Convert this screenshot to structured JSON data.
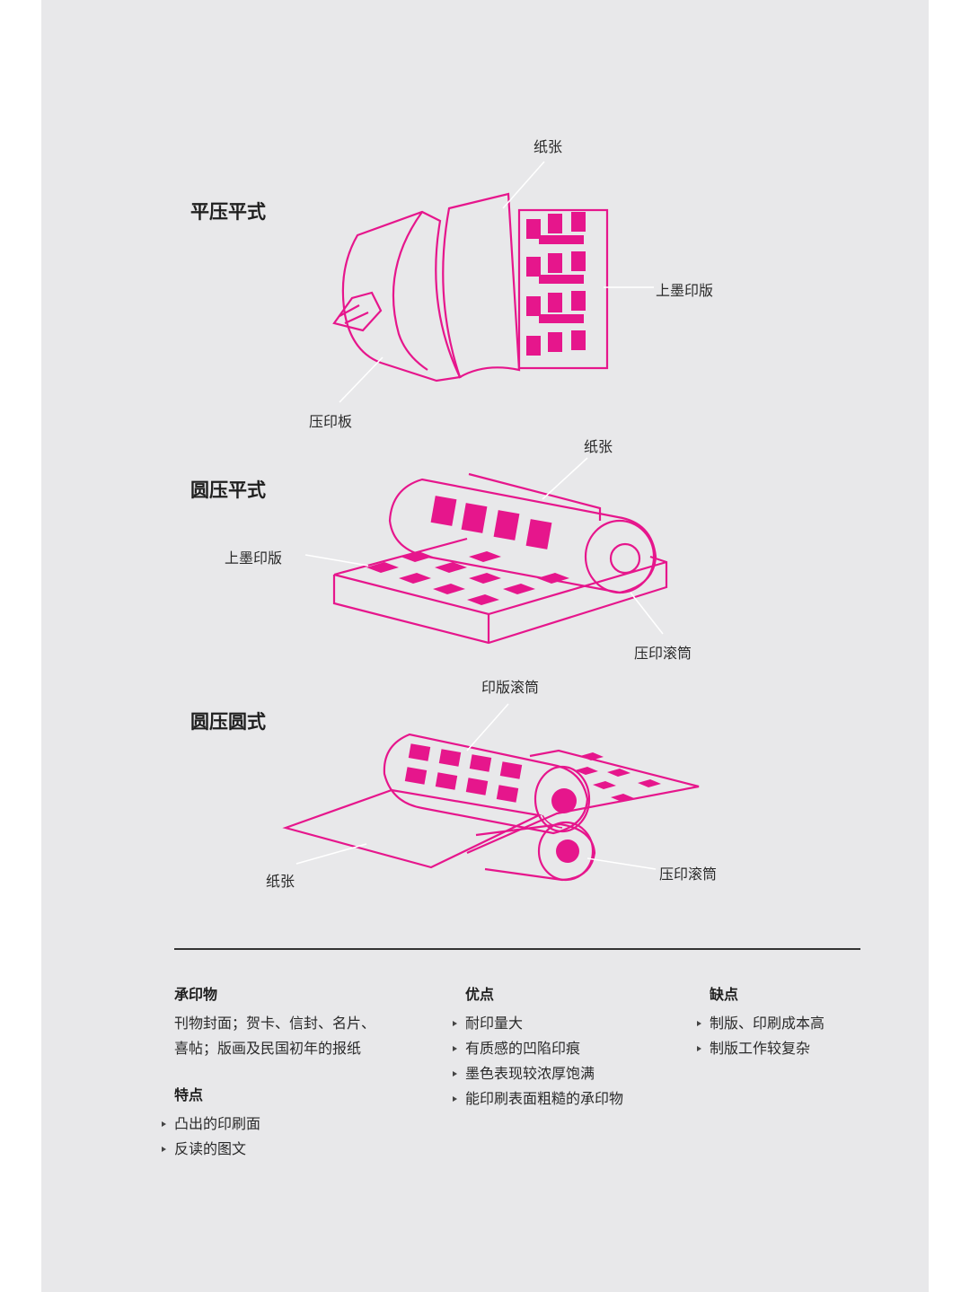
{
  "section1": {
    "title": "平压平式",
    "paper": "纸张",
    "plate": "上墨印版",
    "press": "压印板"
  },
  "section2": {
    "title": "圆压平式",
    "paper": "纸张",
    "plate": "上墨印版",
    "cylinder": "压印滚筒"
  },
  "section3": {
    "title": "圆压圆式",
    "plate_cylinder": "印版滚筒",
    "paper": "纸张",
    "cylinder": "压印滚筒"
  },
  "substrate": {
    "heading": "承印物",
    "line1": "刊物封面；贺卡、信封、名片、",
    "line2": "喜帖；版画及民国初年的报纸"
  },
  "features": {
    "heading": "特点",
    "items": [
      "凸出的印刷面",
      "反读的图文"
    ]
  },
  "pros": {
    "heading": "优点",
    "items": [
      "耐印量大",
      "有质感的凹陷印痕",
      "墨色表现较浓厚饱满",
      "能印刷表面粗糙的承印物"
    ]
  },
  "cons": {
    "heading": "缺点",
    "items": [
      "制版、印刷成本高",
      "制版工作较复杂"
    ]
  },
  "colors": {
    "accent": "#e6168c",
    "background": "#e8e8ea"
  }
}
